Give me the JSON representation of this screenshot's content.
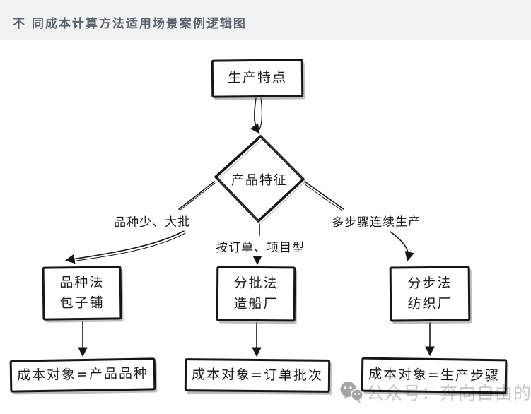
{
  "title": "不 同成本计算方法适用场景案例逻辑图",
  "nodes": {
    "root": "生产特点",
    "decision": "产品特征"
  },
  "branches": [
    {
      "condition": "品种少、大批",
      "method": "品种法",
      "example": "包子铺",
      "result": "成本对象=产品品种"
    },
    {
      "condition": "按订单、项目型",
      "method": "分批法",
      "example": "造船厂",
      "result": "成本对象=订单批次"
    },
    {
      "condition": "多步骤连续生产",
      "method": "分步法",
      "example": "纺织厂",
      "result": "成本对象=生产步骤"
    }
  ],
  "watermark": {
    "icon": "wechat-icon",
    "text": "公众号：奔向自由的果"
  },
  "colors": {
    "stroke": "#161616",
    "title_text": "#59626c",
    "title_bg": "#f1f2f4",
    "watermark_text": "#c6c9cb",
    "watermark_icon": "#a2a5a7"
  }
}
